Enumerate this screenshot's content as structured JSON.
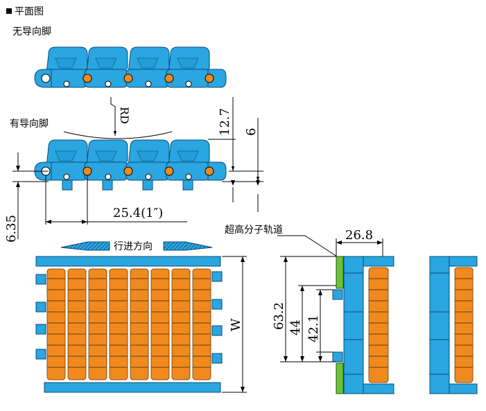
{
  "labels": {
    "plan_view": "平面图",
    "no_guide": "无导向脚",
    "with_guide": "有导向脚",
    "travel_direction": "行进方向",
    "track_label": "超高分子轨道"
  },
  "dimensions": {
    "rd": "RD",
    "h12_7": "12.7",
    "h6": "6",
    "h6_35": "6.35",
    "pitch": "25.4(1″)",
    "w": "W",
    "w26_8": "26.8",
    "h63_2": "63.2",
    "h44": "44",
    "h42_1": "42.1"
  },
  "colors": {
    "chain_blue": "#2aa6e0",
    "roller_orange": "#f08a1e",
    "track_green": "#6bc33a"
  }
}
